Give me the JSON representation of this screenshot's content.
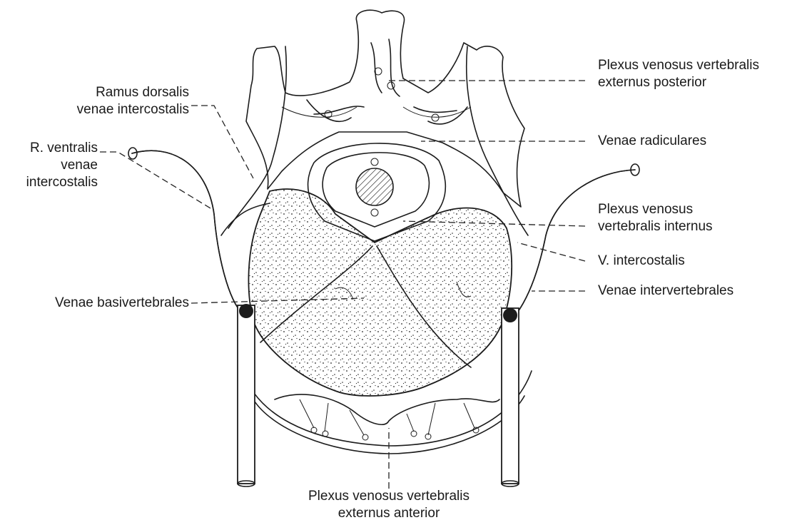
{
  "labels": {
    "plexus_ext_post": [
      "Plexus venosus vertebralis",
      "externus posterior"
    ],
    "ramus_dorsalis": [
      "Ramus dorsalis",
      "venae intercostalis"
    ],
    "r_ventralis": [
      "R. ventralis",
      "venae",
      "intercostalis"
    ],
    "venae_radiculares": "Venae radiculares",
    "plexus_int": [
      "Plexus venosus",
      "vertebralis internus"
    ],
    "v_intercostalis": "V. intercostalis",
    "venae_basivertebrales": "Venae basivertebrales",
    "venae_intervertebrales": "Venae intervertebrales",
    "plexus_ext_ant": [
      "Plexus venosus vertebralis",
      "externus anterior"
    ]
  },
  "style": {
    "ink": "#1c1c1c",
    "background": "#ffffff"
  }
}
